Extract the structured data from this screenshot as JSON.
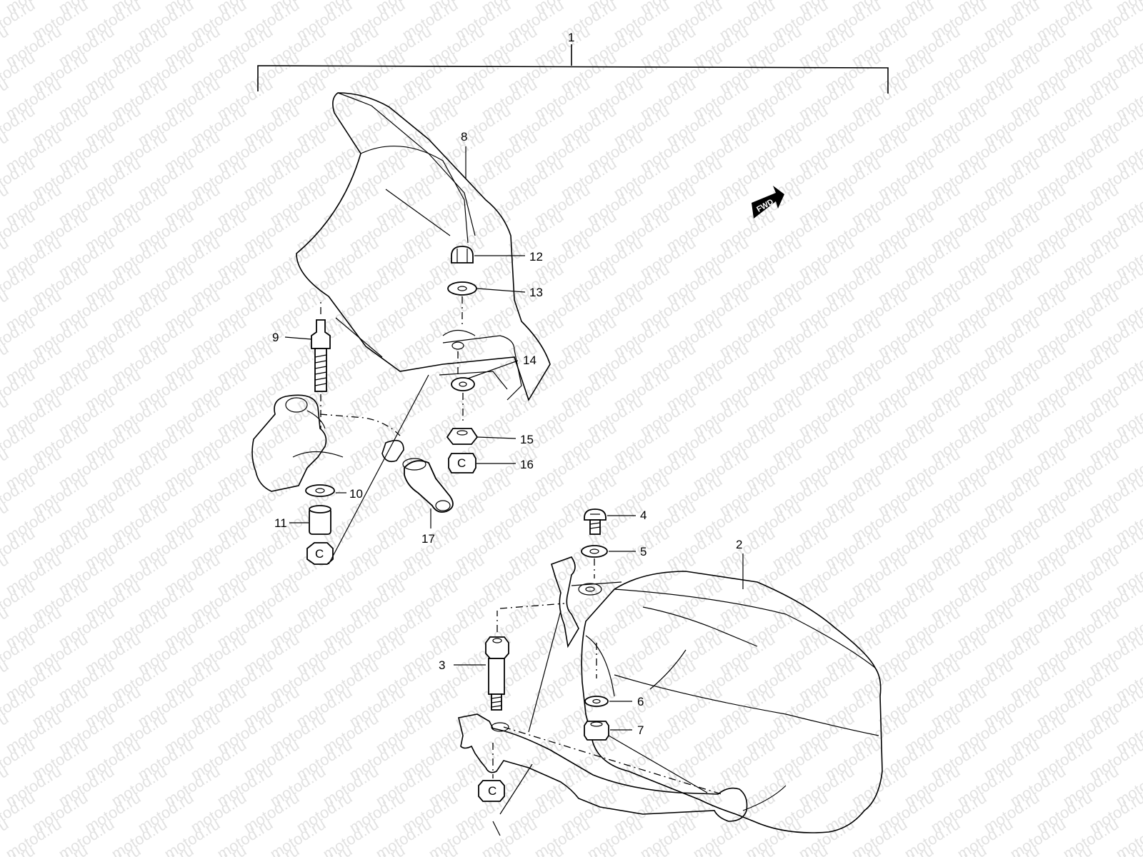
{
  "watermark": {
    "text": "motod.ru"
  },
  "fwd_badge": {
    "text": "FWD"
  },
  "callouts": [
    {
      "id": "1",
      "part": "assembly"
    },
    {
      "id": "2",
      "part": "handguard-right"
    },
    {
      "id": "3",
      "part": "bolt"
    },
    {
      "id": "4",
      "part": "screw"
    },
    {
      "id": "5",
      "part": "washer"
    },
    {
      "id": "6",
      "part": "washer"
    },
    {
      "id": "7",
      "part": "nut"
    },
    {
      "id": "8",
      "part": "handguard-left"
    },
    {
      "id": "9",
      "part": "bolt"
    },
    {
      "id": "10",
      "part": "washer"
    },
    {
      "id": "11",
      "part": "spacer"
    },
    {
      "id": "12",
      "part": "cap-nut"
    },
    {
      "id": "13",
      "part": "washer"
    },
    {
      "id": "14",
      "part": "washer"
    },
    {
      "id": "15",
      "part": "nut"
    },
    {
      "id": "16",
      "part": "nut"
    },
    {
      "id": "17",
      "part": "cushion"
    }
  ]
}
